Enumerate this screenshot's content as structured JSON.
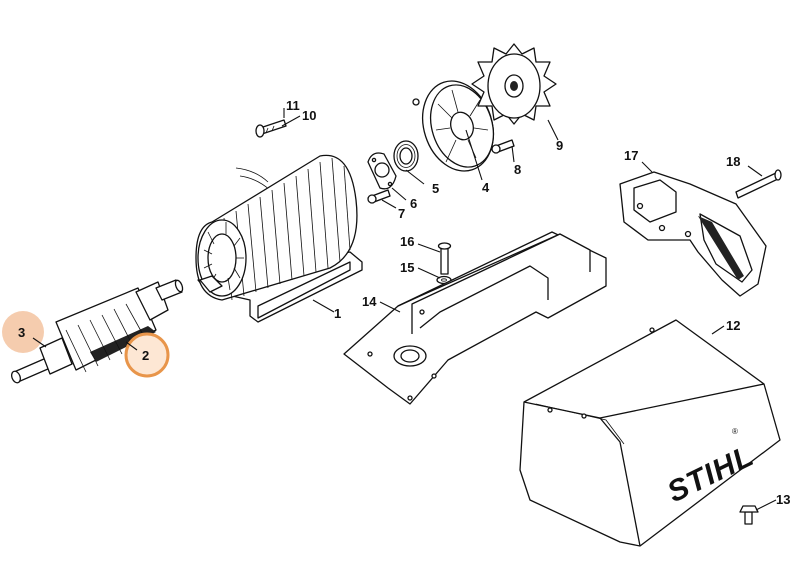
{
  "diagram": {
    "parts": [
      {
        "id": "p1",
        "number": "1"
      },
      {
        "id": "p2",
        "number": "2",
        "highlighted": true,
        "highlight_color": "#e8954a"
      },
      {
        "id": "p3",
        "number": "3",
        "highlighted": true,
        "highlight_color": "#f3c3a0"
      },
      {
        "id": "p4",
        "number": "4"
      },
      {
        "id": "p5",
        "number": "5"
      },
      {
        "id": "p6",
        "number": "6"
      },
      {
        "id": "p7",
        "number": "7"
      },
      {
        "id": "p8",
        "number": "8"
      },
      {
        "id": "p9",
        "number": "9"
      },
      {
        "id": "p10",
        "number": "10"
      },
      {
        "id": "p11",
        "number": "11"
      },
      {
        "id": "p12",
        "number": "12"
      },
      {
        "id": "p13",
        "number": "13"
      },
      {
        "id": "p14",
        "number": "14"
      },
      {
        "id": "p15",
        "number": "15"
      },
      {
        "id": "p16",
        "number": "16"
      },
      {
        "id": "p17",
        "number": "17"
      },
      {
        "id": "p18",
        "number": "18"
      }
    ],
    "logo_text": "STIHL",
    "logo_mark": "®"
  }
}
